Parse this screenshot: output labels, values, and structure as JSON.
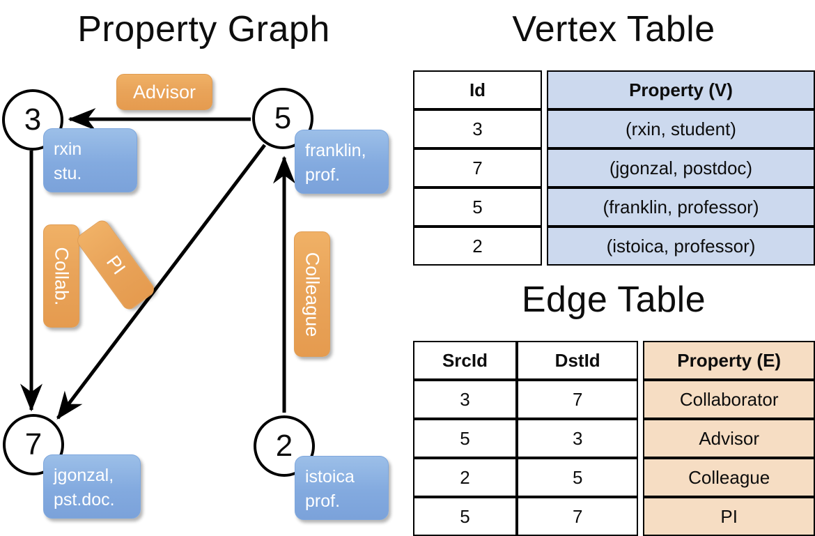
{
  "titles": {
    "property_graph": "Property Graph",
    "vertex_table": "Vertex Table",
    "edge_table": "Edge Table"
  },
  "graph": {
    "nodes": [
      {
        "id": "3",
        "label": "3",
        "property_lines": [
          "rxin",
          "stu."
        ]
      },
      {
        "id": "5",
        "label": "5",
        "property_lines": [
          "franklin,",
          "prof."
        ]
      },
      {
        "id": "7",
        "label": "7",
        "property_lines": [
          "jgonzal,",
          "pst.doc."
        ]
      },
      {
        "id": "2",
        "label": "2",
        "property_lines": [
          "istoica",
          "prof."
        ]
      }
    ],
    "node_props": {
      "rxin_line1": "rxin",
      "rxin_line2": "stu.",
      "franklin_line1": "franklin,",
      "franklin_line2": "prof.",
      "jgonzal_line1": "jgonzal,",
      "jgonzal_line2": "pst.doc.",
      "istoica_line1": "istoica",
      "istoica_line2": "prof."
    },
    "edge_labels": {
      "advisor": "Advisor",
      "collab": "Collab.",
      "pi": "PI",
      "colleague": "Colleague"
    },
    "edges": [
      {
        "from": "5",
        "to": "3",
        "label": "Advisor"
      },
      {
        "from": "3",
        "to": "7",
        "label": "Collab."
      },
      {
        "from": "5",
        "to": "7",
        "label": "PI"
      },
      {
        "from": "2",
        "to": "5",
        "label": "Colleague"
      }
    ]
  },
  "vertex_table": {
    "headers": [
      "Id",
      "Property (V)"
    ],
    "rows": [
      {
        "id": "3",
        "property": "(rxin, student)"
      },
      {
        "id": "7",
        "property": "(jgonzal, postdoc)"
      },
      {
        "id": "5",
        "property": "(franklin, professor)"
      },
      {
        "id": "2",
        "property": "(istoica, professor)"
      }
    ]
  },
  "edge_table": {
    "headers": [
      "SrcId",
      "DstId",
      "Property (E)"
    ],
    "rows": [
      {
        "src": "3",
        "dst": "7",
        "property": "Collaborator"
      },
      {
        "src": "5",
        "dst": "3",
        "property": "Advisor"
      },
      {
        "src": "2",
        "dst": "5",
        "property": "Colleague"
      },
      {
        "src": "5",
        "dst": "7",
        "property": "PI"
      }
    ]
  },
  "colors": {
    "vertex_property_fill": "#ccd9ee",
    "edge_property_fill": "#f6ddc3",
    "node_box_blue": "#83aadf",
    "edge_label_orange": "#e9a45a",
    "stroke": "#000000",
    "background": "#ffffff"
  }
}
